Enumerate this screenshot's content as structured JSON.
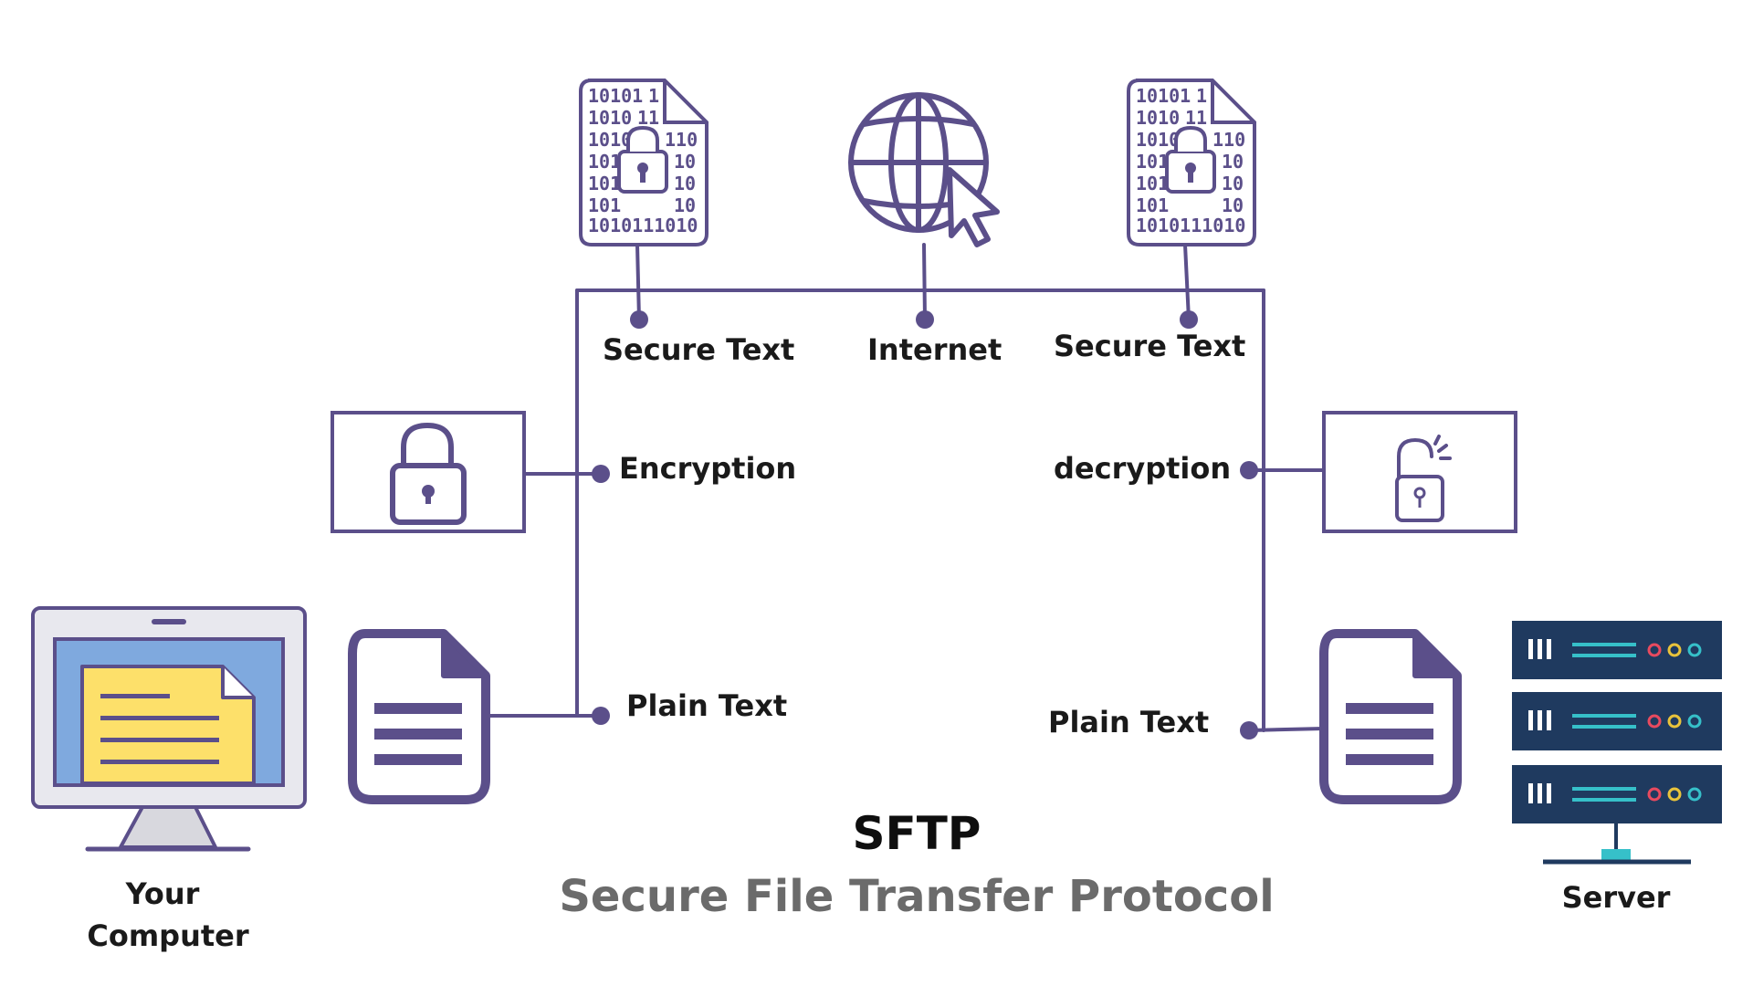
{
  "title": "SFTP",
  "subtitle": "Secure File Transfer Protocol",
  "labels": {
    "secure_text_left": "Secure Text",
    "internet": "Internet",
    "secure_text_right": "Secure Text",
    "encryption": "Encryption",
    "decryption": "decryption",
    "plain_text_left": "Plain Text",
    "plain_text_right": "Plain Text",
    "computer_line1": "Your",
    "computer_line2": "Computer",
    "server": "Server"
  },
  "binary_rows": [
    "10101",
    "1010",
    "1010",
    "101",
    "101",
    "101",
    "10101"
  ],
  "binary_right": [
    "1",
    "",
    "110",
    "10",
    "10",
    "10",
    "11010"
  ],
  "colors": {
    "stroke": "#5b4f8a",
    "file_yellow": "#fde06a",
    "screen_blue": "#7fa9de",
    "monitor_frame": "#e8e8ee",
    "server_body": "#1f3a5f",
    "server_teal": "#36c0c9",
    "led_red": "#e84a5f",
    "led_yellow": "#e9c33b",
    "led_teal": "#36c0c9"
  },
  "icons": [
    "binary-file-lock-icon",
    "globe-cursor-icon",
    "padlock-closed-icon",
    "padlock-open-icon",
    "document-icon",
    "monitor-icon",
    "server-rack-icon"
  ]
}
